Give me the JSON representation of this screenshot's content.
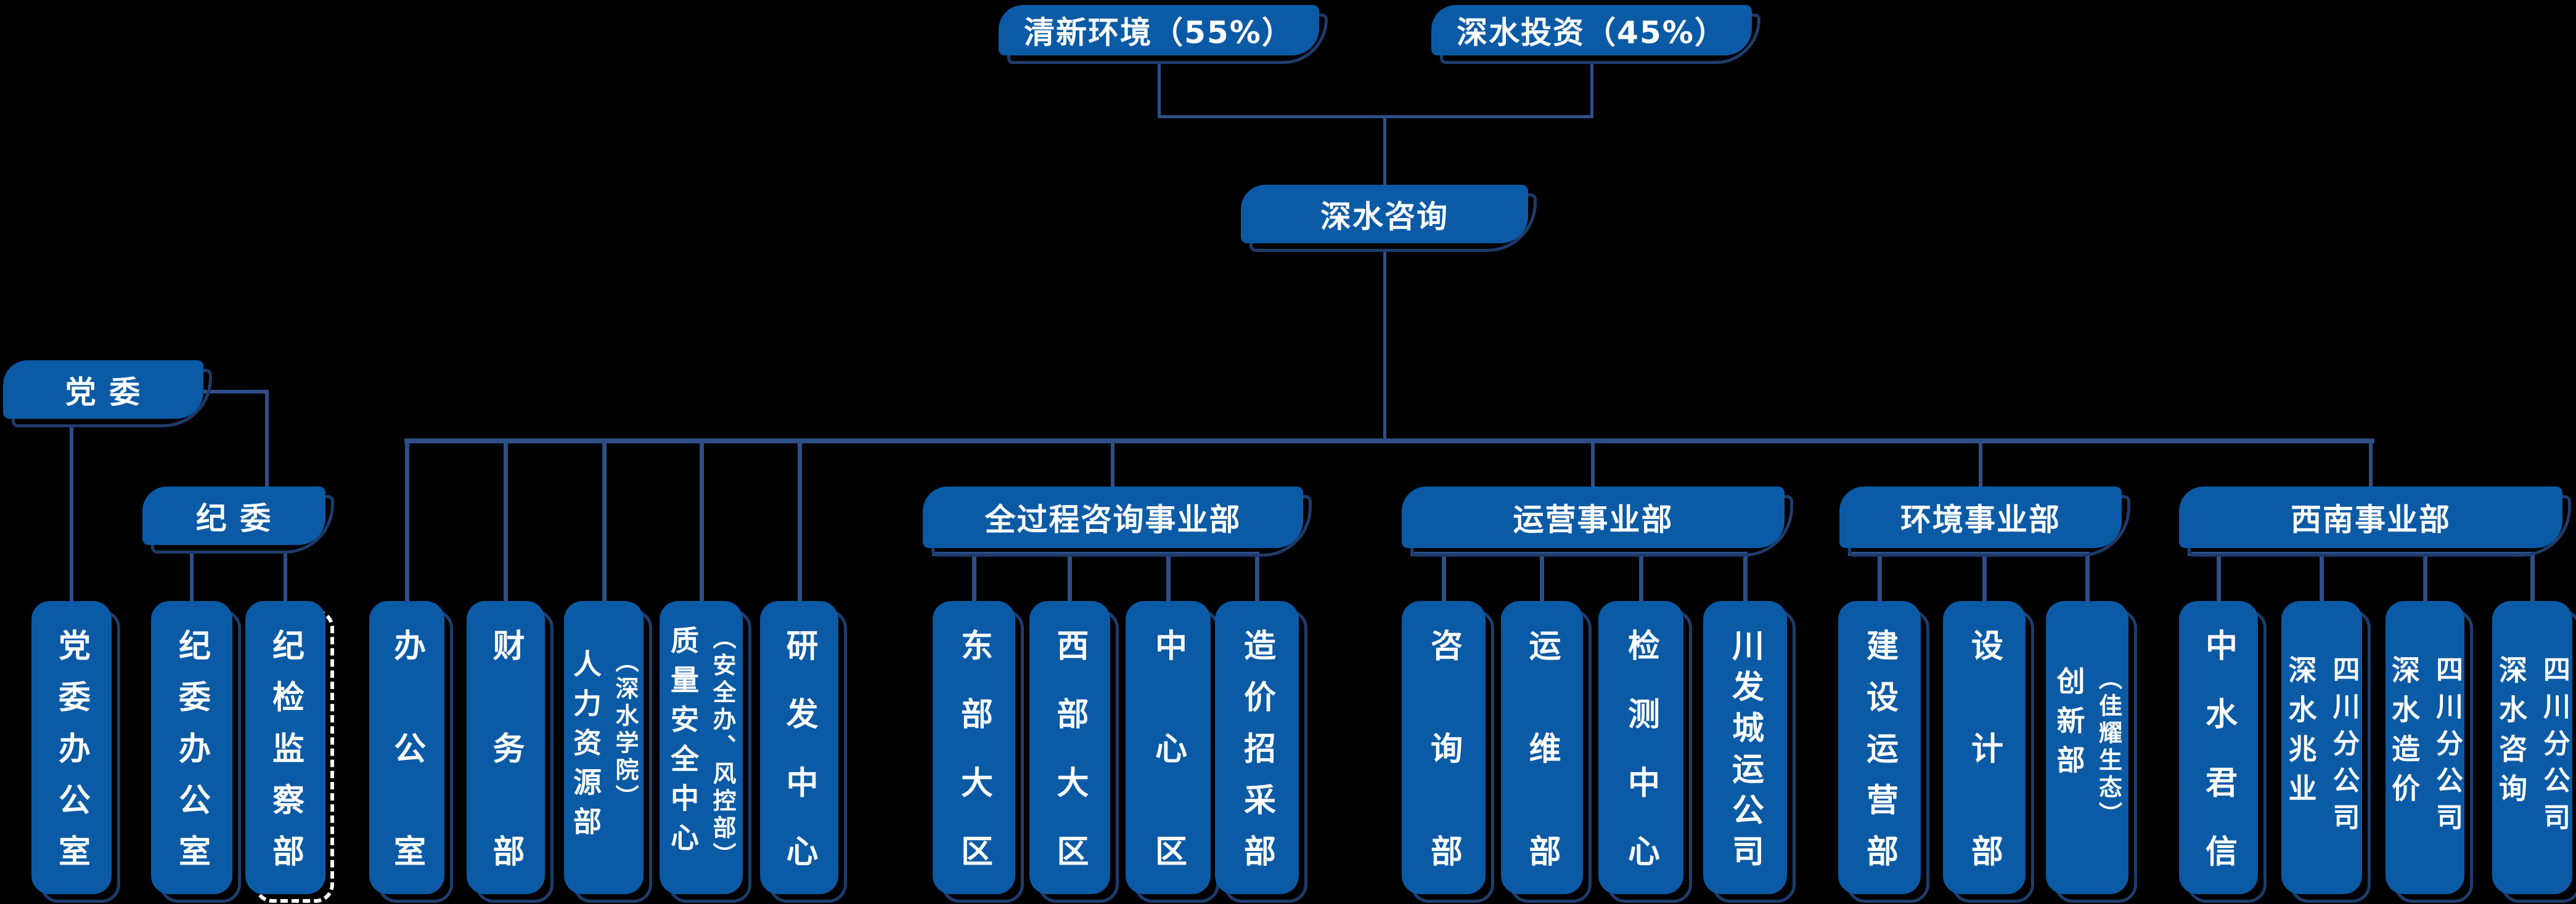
{
  "palette": {
    "background": "#000000",
    "box_fill": "#0B5AA5",
    "box_outline": "#1E3C6B",
    "connector": "#2E4E87",
    "text": "#FFFFFF",
    "highlight_dashed_outline": "#FFFFFF"
  },
  "org": {
    "shareholders": [
      {
        "label": "清新环境（55%）"
      },
      {
        "label": "深水投资（45%）"
      }
    ],
    "root": {
      "label": "深水咨询"
    },
    "party": {
      "committee": {
        "label": "党 委"
      },
      "committee_office": {
        "label": "党委办公室"
      },
      "discipline_committee": {
        "label": "纪 委"
      },
      "discipline_office": {
        "label": "纪委办公室"
      },
      "discipline_inspection_dept": {
        "label": "纪检监察部"
      }
    },
    "functional_departments": [
      {
        "label": "办公室"
      },
      {
        "label": "财务部"
      },
      {
        "label": "人力资源部",
        "sub": "（深水学院）"
      },
      {
        "label": "质量安全中心",
        "sub": "（安全办、风控部）"
      },
      {
        "label": "研发中心"
      }
    ],
    "divisions": [
      {
        "label": "全过程咨询事业部",
        "children": [
          {
            "label": "东部大区"
          },
          {
            "label": "西部大区"
          },
          {
            "label": "中心区"
          },
          {
            "label": "造价招采部"
          }
        ]
      },
      {
        "label": "运营事业部",
        "children": [
          {
            "label": "咨询部"
          },
          {
            "label": "运维部"
          },
          {
            "label": "检测中心"
          },
          {
            "label": "川发城运公司"
          }
        ]
      },
      {
        "label": "环境事业部",
        "children": [
          {
            "label": "建设运营部"
          },
          {
            "label": "设计部"
          },
          {
            "label": "创新部",
            "sub": "（佳耀生态）"
          }
        ]
      },
      {
        "label": "西南事业部",
        "children": [
          {
            "label": "中水君信"
          },
          {
            "label": "深水兆业",
            "sub": "四川分公司"
          },
          {
            "label": "深水造价",
            "sub": "四川分公司"
          },
          {
            "label": "深水咨询",
            "sub": "四川分公司"
          }
        ]
      }
    ]
  }
}
